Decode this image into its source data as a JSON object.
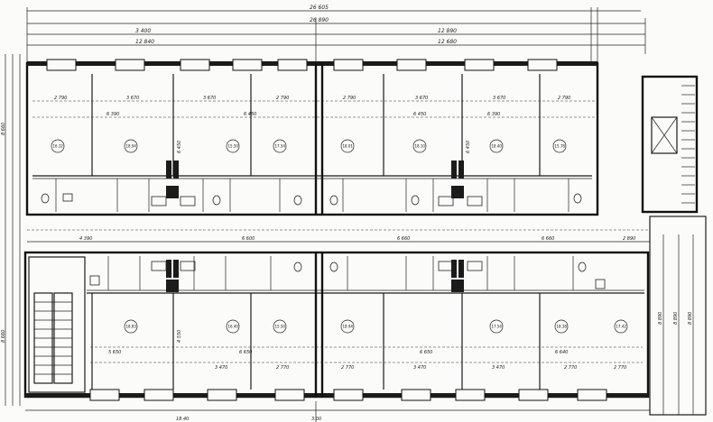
{
  "overall_dims": {
    "top1": "26 605",
    "top2": "26 890",
    "left_half_a": "3 400",
    "left_half_b": "12 840",
    "right_half_a": "12 890",
    "right_half_b": "12 680"
  },
  "upper_row_widths": [
    "2 790",
    "3 670",
    "3 670",
    "2 790",
    "2 790",
    "3 670",
    "3 670",
    "2 790"
  ],
  "upper_pair_widths": [
    "6 390",
    "6 450",
    "6 450",
    "6 390"
  ],
  "upper_depth": "6 450",
  "corridor_dims": [
    "4 390",
    "6 600",
    "6 660",
    "6 660",
    "2 890"
  ],
  "lower_row_widths": [
    "3 470",
    "2 770",
    "2 770",
    "3 470",
    "3 470",
    "2 770",
    "2 770"
  ],
  "lower_pair_widths": [
    "5 650",
    "6 650",
    "6 650",
    "6 640"
  ],
  "lower_depth": "4 550",
  "right_stair_dims": [
    "8 890",
    "8 890",
    "8 890"
  ],
  "left_side_dims": [
    "8 660",
    "8 660"
  ],
  "room_labels": [
    "16.32",
    "18.94",
    "15.50",
    "17.54",
    "18.01",
    "18.10",
    "18.40",
    "15.78",
    "18.83",
    "16.40",
    "15.50",
    "18.94",
    "17.54",
    "18.38",
    "17.42"
  ],
  "bottom_dims": [
    "18.40",
    "3.00"
  ]
}
